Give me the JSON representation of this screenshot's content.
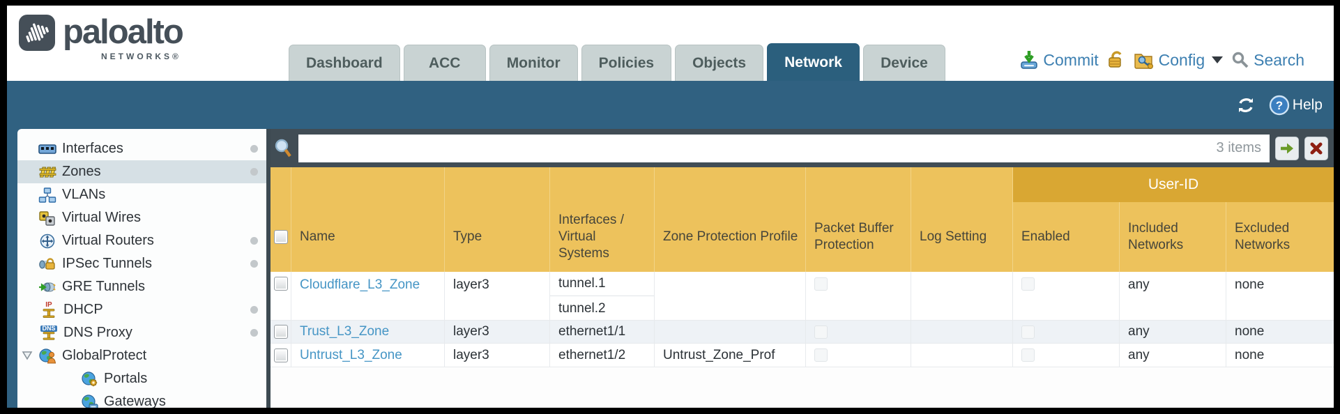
{
  "logo": {
    "brand": "paloalto",
    "sub": "NETWORKS®"
  },
  "nav": {
    "tabs": [
      {
        "label": "Dashboard",
        "active": false
      },
      {
        "label": "ACC",
        "active": false
      },
      {
        "label": "Monitor",
        "active": false
      },
      {
        "label": "Policies",
        "active": false
      },
      {
        "label": "Objects",
        "active": false
      },
      {
        "label": "Network",
        "active": true
      },
      {
        "label": "Device",
        "active": false
      }
    ],
    "actions": {
      "commit": "Commit",
      "config": "Config",
      "search": "Search"
    }
  },
  "topband": {
    "help": "Help"
  },
  "sidebar": {
    "items": [
      {
        "label": "Interfaces",
        "icon": "interfaces-icon",
        "dot": true
      },
      {
        "label": "Zones",
        "icon": "zones-icon",
        "dot": true,
        "selected": true
      },
      {
        "label": "VLANs",
        "icon": "vlans-icon",
        "dot": false
      },
      {
        "label": "Virtual Wires",
        "icon": "virtual-wires-icon",
        "dot": false
      },
      {
        "label": "Virtual Routers",
        "icon": "virtual-routers-icon",
        "dot": true
      },
      {
        "label": "IPSec Tunnels",
        "icon": "ipsec-tunnels-icon",
        "dot": true
      },
      {
        "label": "GRE Tunnels",
        "icon": "gre-tunnels-icon",
        "dot": false
      },
      {
        "label": "DHCP",
        "icon": "dhcp-icon",
        "dot": true
      },
      {
        "label": "DNS Proxy",
        "icon": "dns-proxy-icon",
        "dot": true
      },
      {
        "label": "GlobalProtect",
        "icon": "globalprotect-icon",
        "dot": false,
        "expanded": true
      },
      {
        "label": "Portals",
        "icon": "portals-icon",
        "indent": 1
      },
      {
        "label": "Gateways",
        "icon": "gateways-icon",
        "indent": 1
      }
    ]
  },
  "filter": {
    "items_count": "3 items",
    "value": "",
    "placeholder": ""
  },
  "table": {
    "group_header": "User-ID",
    "columns": [
      "Name",
      "Type",
      "Interfaces / Virtual Systems",
      "Zone Protection Profile",
      "Packet Buffer Protection",
      "Log Setting",
      "Enabled",
      "Included Networks",
      "Excluded Networks"
    ],
    "rows": [
      {
        "name": "Cloudflare_L3_Zone",
        "type": "layer3",
        "interfaces": [
          "tunnel.1",
          "tunnel.2"
        ],
        "zone_protection_profile": "",
        "log_setting": "",
        "included_networks": "any",
        "excluded_networks": "none"
      },
      {
        "name": "Trust_L3_Zone",
        "type": "layer3",
        "interfaces": [
          "ethernet1/1"
        ],
        "zone_protection_profile": "",
        "log_setting": "",
        "included_networks": "any",
        "excluded_networks": "none"
      },
      {
        "name": "Untrust_L3_Zone",
        "type": "layer3",
        "interfaces": [
          "ethernet1/2"
        ],
        "zone_protection_profile": "Untrust_Zone_Prof",
        "log_setting": "",
        "included_networks": "any",
        "excluded_networks": "none"
      }
    ]
  },
  "icons": {
    "dhcp_glyph": "IP",
    "dns_glyph": "DNS",
    "help_glyph": "?"
  },
  "colors": {
    "header_orange": "#edc25c",
    "userid_band": "#d9a733",
    "teal_band": "#306181",
    "toolbar_slate": "#414d55",
    "link_blue": "#4595c5",
    "active_tab": "#2b5f7d",
    "selected_row": "#d6e0e5",
    "shaded_row": "#eef2f6"
  }
}
